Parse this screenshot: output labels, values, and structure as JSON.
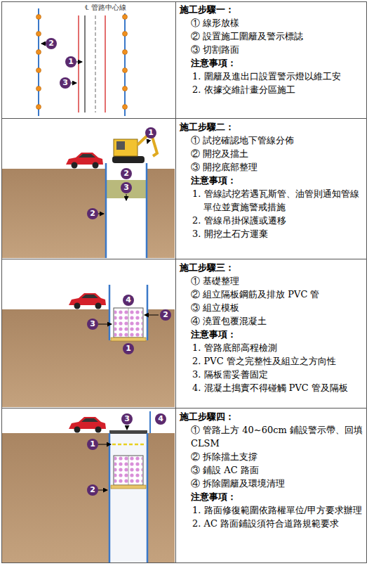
{
  "diagram": {
    "nodes": [
      {
        "text": [
          "施工步驟一：",
          "① 線形放樣",
          "② 設置施工圍籬及警示標誌",
          "③ 切割路面",
          "注意事項：",
          "1. 圍籬及進出口設置警示燈以維工安",
          "2. 依據交維計畫分區施工"
        ]
      },
      {
        "text": [
          "施工步驟二：",
          "① 試挖確認地下管線分佈",
          "② 開挖及擋土",
          "③ 開挖底部整理",
          "注意事項：",
          "1. 管線試挖若遇瓦斯管、油管則通知管線單位並實施警戒措施",
          "2. 管線吊掛保護或遷移",
          "3. 開挖土石方運棄"
        ]
      },
      {
        "text": [
          "施工步驟三：",
          "① 基礎整理",
          "② 組立隔板鋼筋及排放 PVC 管",
          "③ 組立模板",
          "④ 澆置包覆混凝土",
          "注意事項：",
          "1. 管路底部高程檢測",
          "2. PVC 管之完整性及組立之方向性",
          "3. 隔板需妥善固定",
          "4. 混凝土搗實不得碰觸 PVC 管及隔板"
        ]
      },
      {
        "text": [
          "施工步驟四：",
          "① 管路上方 40~60cm 鋪設警示帶、回填 CLSM",
          "② 拆除擋土支撐",
          "③ 鋪設 AC 路面",
          "④ 拆除圍籬及環境清理",
          "注意事項：",
          "1. 路面修復範圍依路權單位/甲方要求辦理",
          "2. AC 路面鋪設須符合道路規範要求"
        ]
      }
    ],
    "labels": [
      "℄ 管路中心線",
      "2",
      "1",
      "3",
      "1",
      "2",
      "3",
      "2",
      "4",
      "2",
      "3",
      "1",
      "3",
      "4",
      "1",
      "2"
    ]
  }
}
